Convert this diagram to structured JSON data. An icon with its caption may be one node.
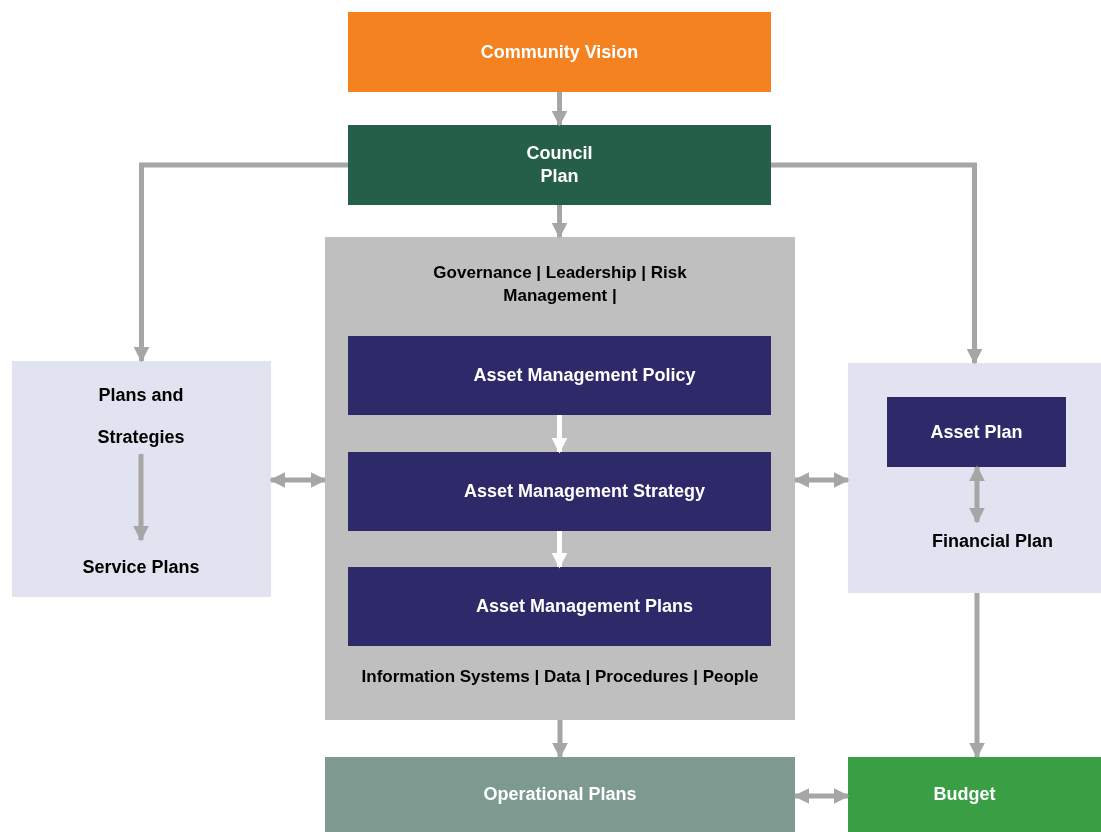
{
  "diagram": {
    "nodes": [
      {
        "text": [
          "Community Vision"
        ]
      },
      {
        "text": [
          "Council Plan"
        ]
      },
      {
        "text": [
          "Governance | Leadership | Risk Management |",
          "Information Systems | Data | Procedures | People"
        ]
      },
      {
        "text": [
          "Asset Management Policy"
        ],
        "in": 2
      },
      {
        "text": [
          "Asset Management Strategy"
        ],
        "in": 2
      },
      {
        "text": [
          "Asset Management Plans"
        ],
        "in": 2
      },
      {
        "text": [],
        "shape": "box"
      },
      {
        "text": [
          "Plans and Strategies"
        ],
        "in": 6
      },
      {
        "text": [
          "Service Plans"
        ],
        "in": 6
      },
      {
        "text": [],
        "shape": "box"
      },
      {
        "text": [
          "Asset Plan"
        ],
        "in": 9
      },
      {
        "text": [
          "Financial Plan"
        ],
        "in": 9
      },
      {
        "text": [
          "Operational Plans"
        ]
      },
      {
        "text": [
          "Budget"
        ]
      }
    ],
    "edges": [
      {
        "from": 0,
        "to": 1,
        "arrow": "to"
      },
      {
        "from": 1,
        "to": 2,
        "arrow": "to"
      },
      {
        "from": 1,
        "to": 6,
        "arrow": "to"
      },
      {
        "from": 1,
        "to": 9,
        "arrow": "to"
      },
      {
        "from": 3,
        "to": 4,
        "arrow": "to",
        "color": "#ffffff"
      },
      {
        "from": 4,
        "to": 5,
        "arrow": "to",
        "color": "#ffffff"
      },
      {
        "from": 7,
        "to": 8,
        "arrow": "to"
      },
      {
        "from": 6,
        "to": 2,
        "arrow": "both"
      },
      {
        "from": 2,
        "to": 9,
        "arrow": "both"
      },
      {
        "from": 10,
        "to": 11,
        "arrow": "both"
      },
      {
        "from": 2,
        "to": 12,
        "arrow": "to"
      },
      {
        "from": 9,
        "to": 13,
        "arrow": "to"
      },
      {
        "from": 12,
        "to": 13,
        "arrow": "both"
      }
    ]
  }
}
